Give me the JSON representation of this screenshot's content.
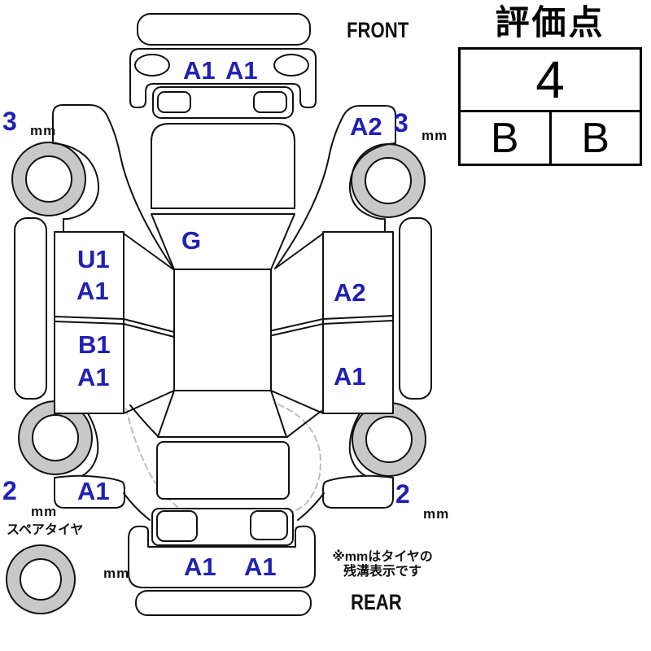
{
  "rating_panel": {
    "title": "評価点",
    "grade": "4",
    "sub_left": "B",
    "sub_right": "B"
  },
  "diagram": {
    "front_label": "FRONT",
    "rear_label": "REAR",
    "spare_tire_label": "スペアタイヤ",
    "note_line1": "※mmはタイヤの",
    "note_line2": "残溝表示です",
    "colors": {
      "mark_blue": "#2020b4",
      "outline_black": "#111111",
      "wheel_gray": "#c8c8c8",
      "dash_gray": "#bdbdbd"
    },
    "marks": {
      "front_bumper_left": "A1",
      "front_bumper_right": "A1",
      "front_right_fender": "A2",
      "windshield": "G",
      "left_front_door_top": "U1",
      "left_front_door_bottom": "A1",
      "left_rear_door_top": "B1",
      "left_rear_door_bottom": "A1",
      "right_front_door": "A2",
      "right_rear_door": "A1",
      "left_rear_quarter": "A1",
      "rear_bumper_left": "A1",
      "rear_bumper_right": "A1"
    },
    "tires": {
      "front_left": {
        "value": "3",
        "unit": "mm"
      },
      "front_right": {
        "value": "3",
        "unit": "mm"
      },
      "rear_left": {
        "value": "2",
        "unit": "mm"
      },
      "rear_right": {
        "value": "2",
        "unit": "mm"
      },
      "spare": {
        "unit": "mm"
      }
    }
  }
}
